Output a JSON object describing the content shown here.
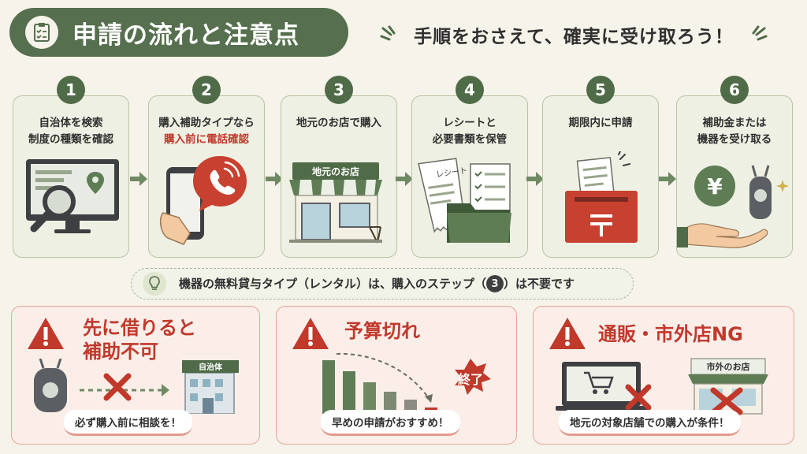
{
  "header": {
    "title": "申請の流れと注意点",
    "subtitle": "手順をおさえて、確実に受け取ろう！"
  },
  "steps": [
    {
      "num": "1",
      "line1": "自治体を検索",
      "line2": "制度の種類を確認",
      "line2_red": ""
    },
    {
      "num": "2",
      "line1": "購入補助タイプなら",
      "line2": "",
      "line2_red": "購入前に電話確認"
    },
    {
      "num": "3",
      "line1": "地元のお店で購入",
      "line2": "",
      "line2_red": "",
      "sign": "地元のお店"
    },
    {
      "num": "4",
      "line1": "レシートと",
      "line2": "必要書類を保管",
      "line2_red": "",
      "receipt": "レシート"
    },
    {
      "num": "5",
      "line1": "期限内に申請",
      "line2": "",
      "line2_red": ""
    },
    {
      "num": "6",
      "line1": "補助金または",
      "line2": "機器を受け取る",
      "line2_red": "",
      "yen": "¥"
    }
  ],
  "note": {
    "before": "機器の無料貸与タイプ（レンタル）は、購入のステップ（",
    "circle": "3",
    "after": "）は不要です"
  },
  "warnings": [
    {
      "title_line1": "先に借りると",
      "title_line2": "補助不可",
      "footer": "必ず購入前に相談を！",
      "building_label": "自治体"
    },
    {
      "title_line1": "予算切れ",
      "title_line2": "",
      "footer": "早めの申請がおすすめ！",
      "badge": "終了"
    },
    {
      "title_line1": "通販・市外店NG",
      "title_line2": "",
      "footer": "地元の対象店舗での購入が条件！",
      "store_label": "市外のお店"
    }
  ]
}
